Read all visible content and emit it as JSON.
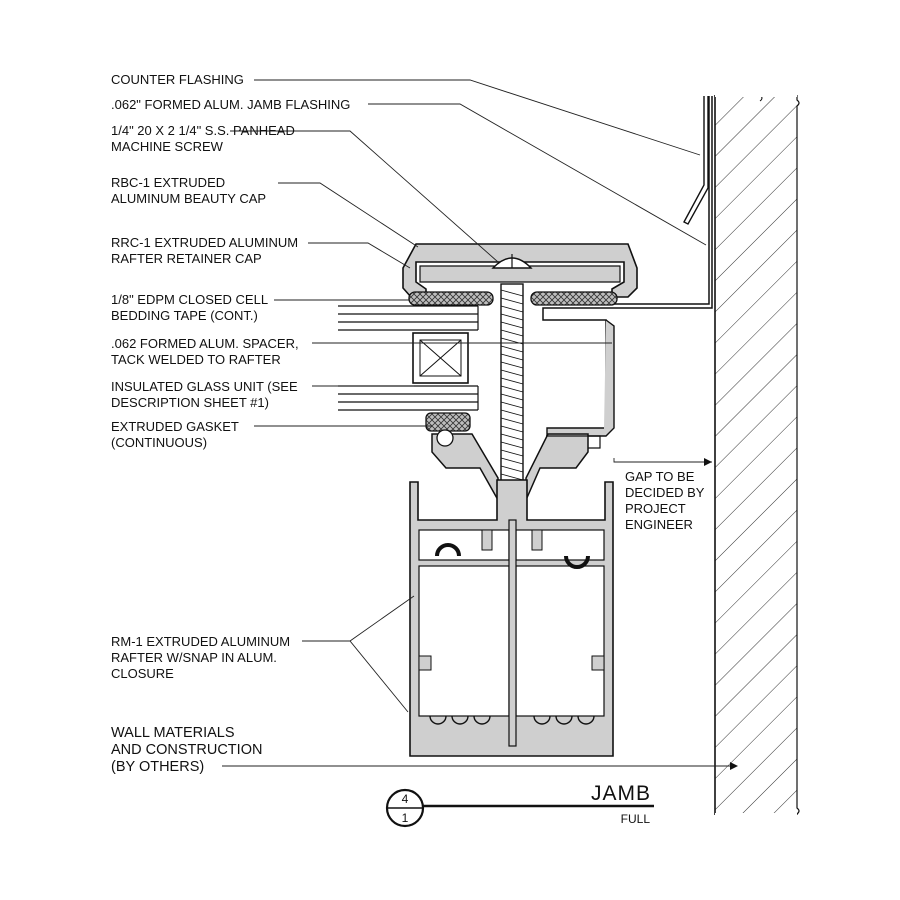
{
  "detail": {
    "title": "JAMB",
    "scale": "FULL",
    "number": "4",
    "sheet": "1"
  },
  "labels": {
    "counter_flashing": [
      "COUNTER FLASHING"
    ],
    "jamb_flashing": [
      ".062\" FORMED ALUM. JAMB FLASHING"
    ],
    "screw": [
      "1/4\" 20 X 2 1/4\" S.S. PANHEAD",
      "MACHINE SCREW"
    ],
    "beauty_cap": [
      "RBC-1 EXTRUDED",
      "ALUMINUM  BEAUTY CAP"
    ],
    "retainer_cap": [
      "RRC-1 EXTRUDED ALUMINUM",
      "RAFTER RETAINER CAP"
    ],
    "bedding_tape": [
      "1/8\" EDPM CLOSED CELL",
      "BEDDING TAPE (CONT.)"
    ],
    "spacer": [
      ".062 FORMED ALUM.  SPACER,",
      "TACK WELDED  TO RAFTER"
    ],
    "glass_unit": [
      "INSULATED GLASS UNIT (SEE",
      "DESCRIPTION SHEET #1)"
    ],
    "gasket": [
      "EXTRUDED GASKET",
      "(CONTINUOUS)"
    ],
    "rafter": [
      "RM-1 EXTRUDED ALUMINUM",
      "RAFTER W/SNAP IN ALUM.",
      "CLOSURE"
    ],
    "wall": [
      "WALL MATERIALS",
      "AND CONSTRUCTION",
      "(BY OTHERS)"
    ],
    "gap": [
      "GAP TO BE",
      "DECIDED BY",
      "PROJECT",
      "ENGINEER"
    ]
  }
}
